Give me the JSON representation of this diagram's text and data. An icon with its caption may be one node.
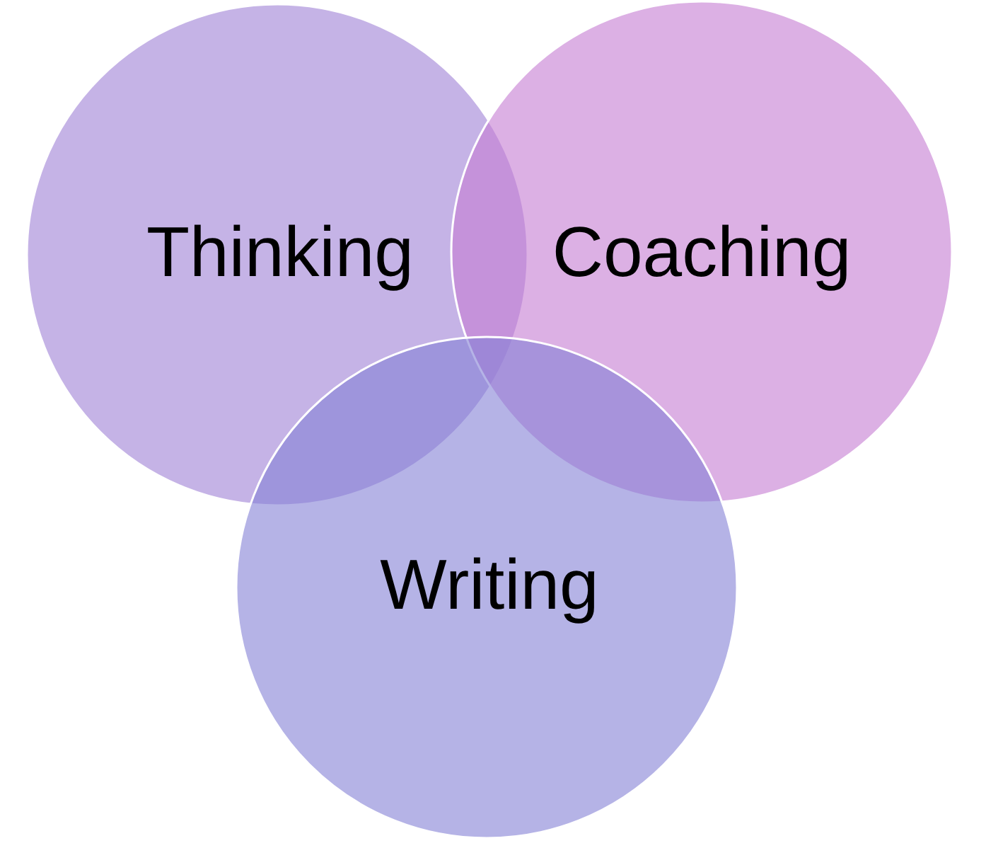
{
  "diagram": {
    "nodes": [
      {
        "text": [
          "Thinking"
        ]
      },
      {
        "text": [
          "Coaching"
        ]
      },
      {
        "text": [
          "Writing"
        ]
      }
    ]
  }
}
